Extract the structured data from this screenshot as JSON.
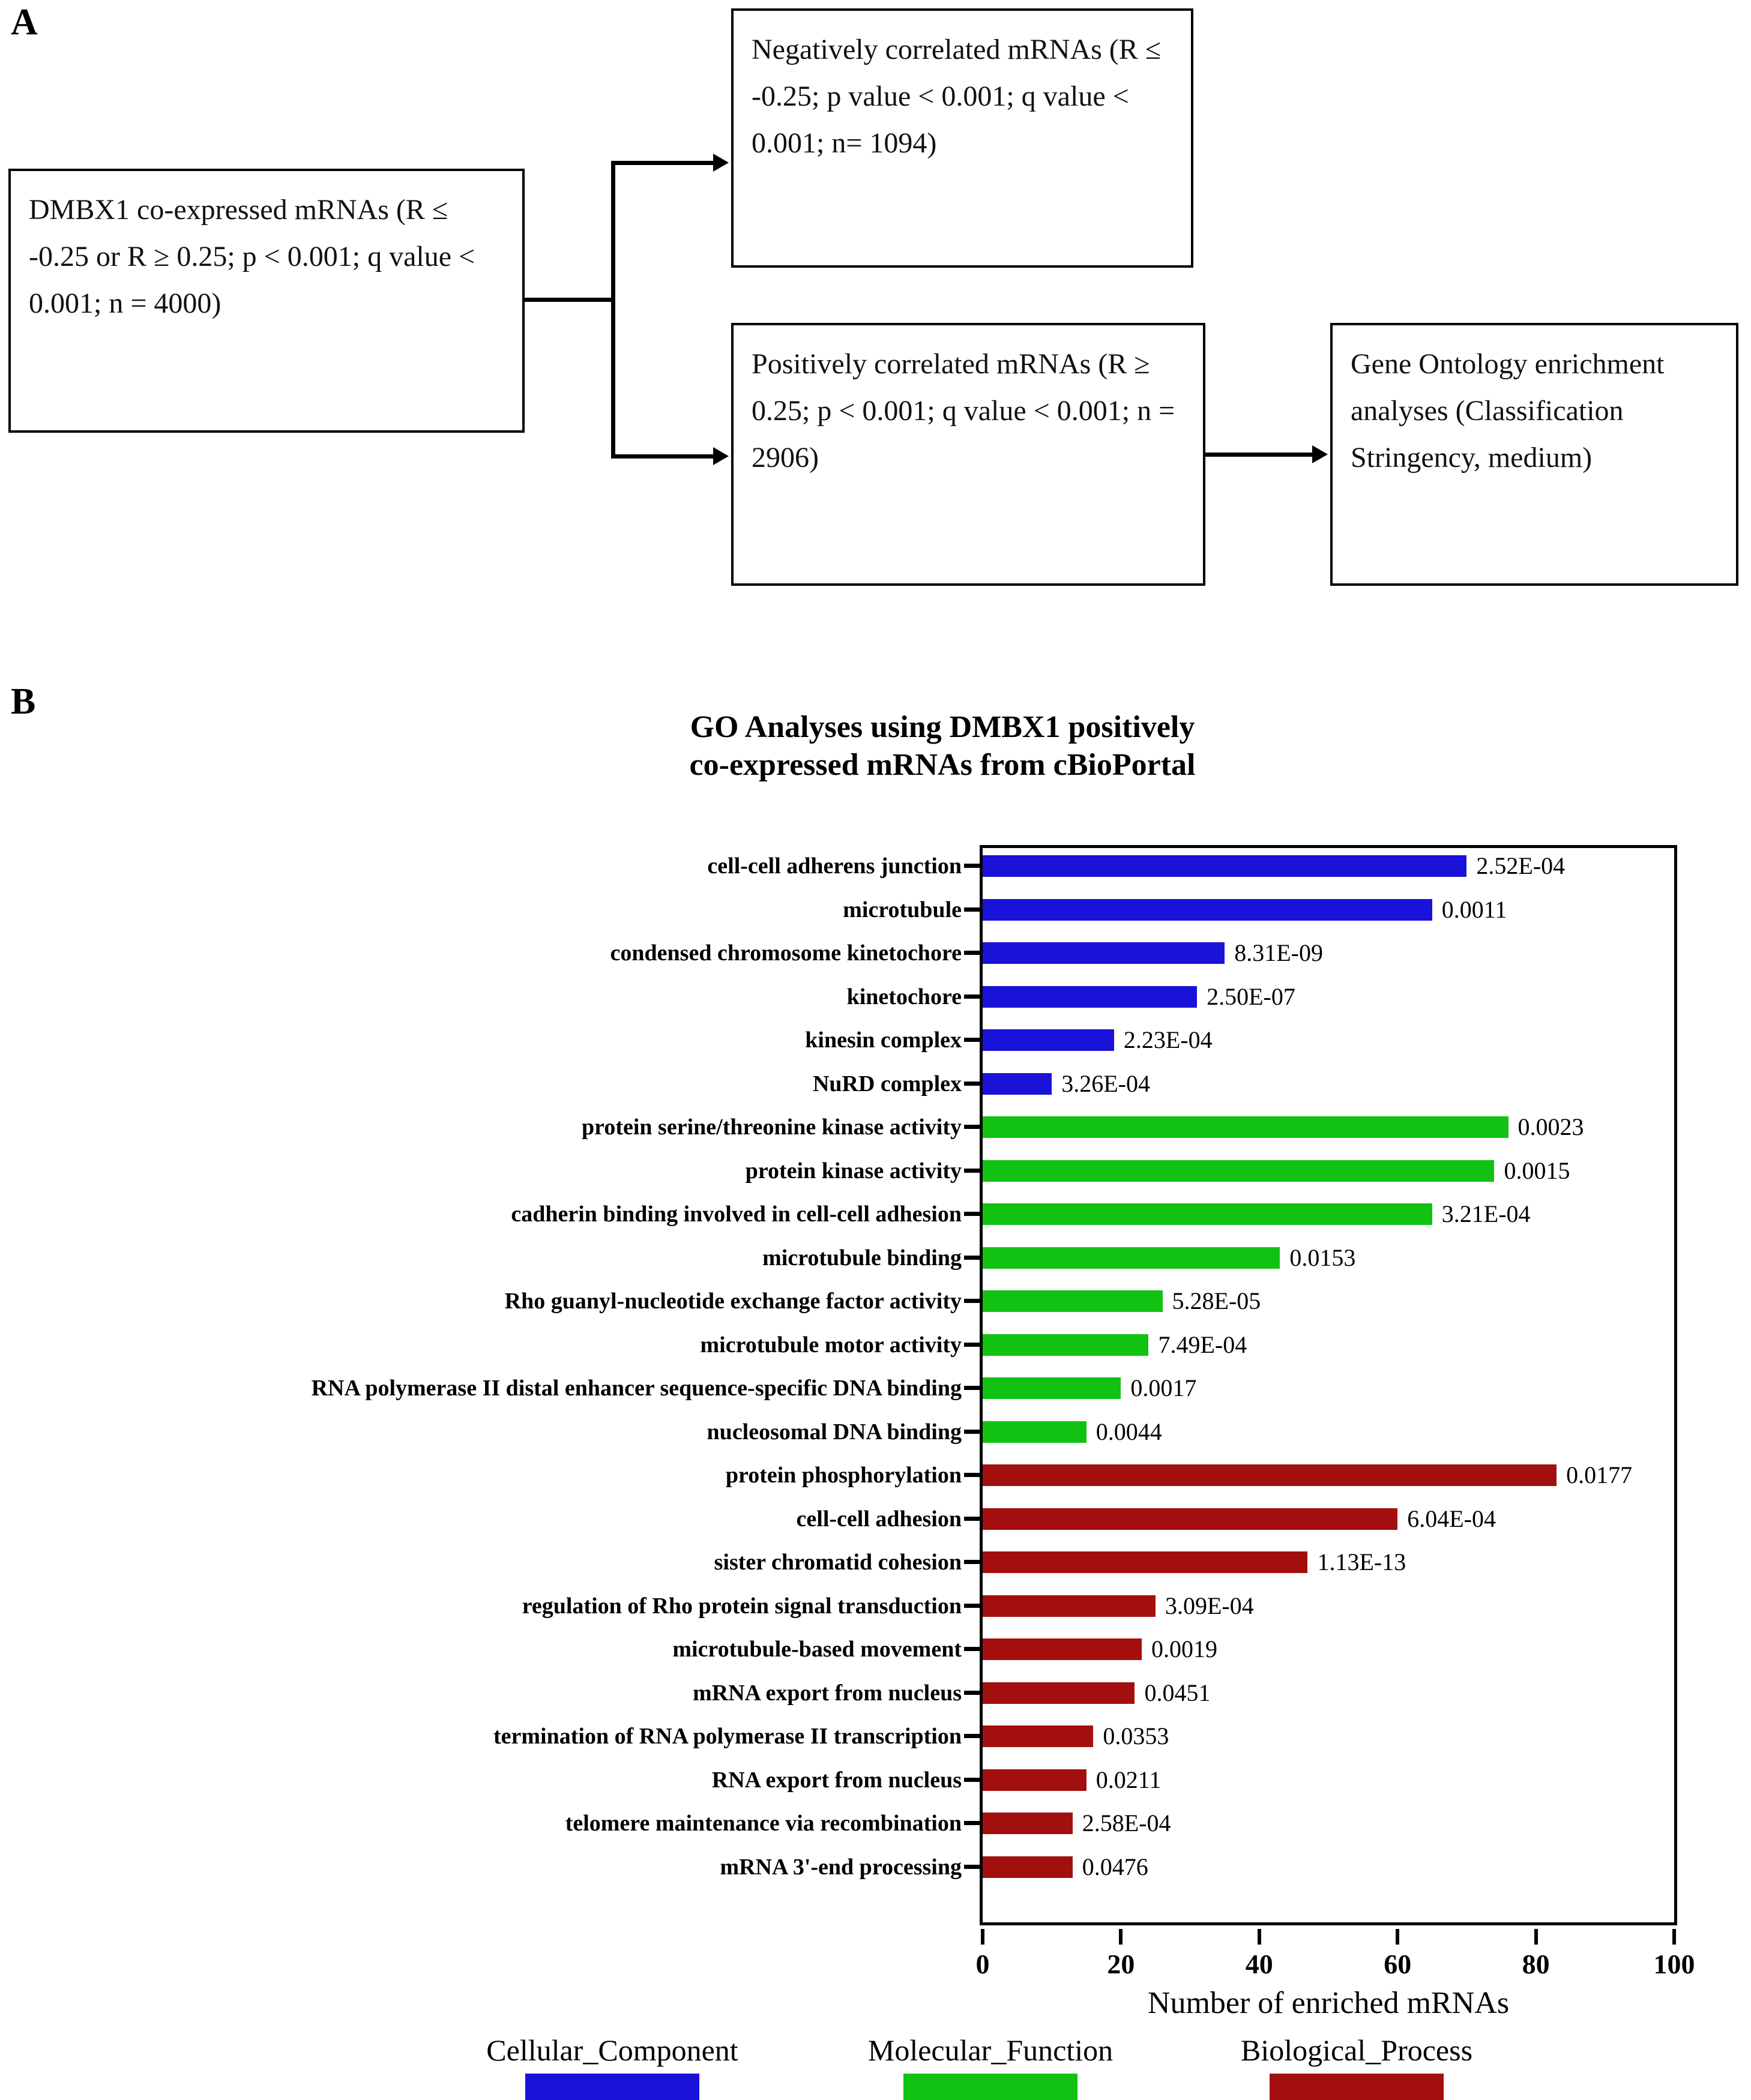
{
  "panels": {
    "a_letter": "A",
    "b_letter": "B"
  },
  "flowchart": {
    "source_box": "DMBX1 co-expressed mRNAs (R ≤ -0.25 or R ≥ 0.25; p < 0.001; q value < 0.001; n = 4000)",
    "negative_box": "Negatively correlated mRNAs (R ≤ -0.25;  p value < 0.001; q value < 0.001; n= 1094)",
    "positive_box": "Positively correlated mRNAs (R ≥ 0.25;  p < 0.001; q value < 0.001; n = 2906)",
    "go_box": "Gene Ontology enrichment analyses (Classification Stringency, medium)"
  },
  "chart_data": {
    "type": "bar",
    "orientation": "horizontal",
    "title": "GO Analyses using DMBX1 positively co-expressed mRNAs from cBioPortal",
    "title_line1": "GO Analyses using DMBX1 positively",
    "title_line2": "co-expressed mRNAs from cBioPortal",
    "xlabel": "Number of enriched mRNAs",
    "ylabel": "",
    "xlim": [
      0,
      100
    ],
    "xticks": [
      0,
      20,
      40,
      60,
      80,
      100
    ],
    "xticklabels": [
      "0",
      "20",
      "40",
      "60",
      "80",
      "100"
    ],
    "grid": false,
    "legend_position": "bottom",
    "colors": {
      "Cellular_Component": "#1a12d8",
      "Molecular_Function": "#12c212",
      "Biological_Process": "#a30f0f"
    },
    "legend": [
      {
        "name": "Cellular_Component",
        "color": "#1a12d8"
      },
      {
        "name": "Molecular_Function",
        "color": "#12c212"
      },
      {
        "name": "Biological_Process",
        "color": "#a30f0f"
      }
    ],
    "categories": [
      "cell-cell adherens junction",
      "microtubule",
      "condensed chromosome kinetochore",
      "kinetochore",
      "kinesin complex",
      "NuRD complex",
      "protein serine/threonine kinase activity",
      "protein kinase activity",
      "cadherin binding involved in cell-cell adhesion",
      "microtubule binding",
      "Rho guanyl-nucleotide exchange factor activity",
      "microtubule motor activity",
      "RNA polymerase II distal enhancer sequence-specific DNA binding",
      "nucleosomal DNA binding",
      "protein phosphorylation",
      "cell-cell adhesion",
      "sister chromatid cohesion",
      "regulation of Rho protein signal transduction",
      "microtubule-based movement",
      "mRNA export from nucleus",
      "termination of RNA polymerase II transcription",
      "RNA export from nucleus",
      "telomere maintenance via recombination",
      "mRNA 3'-end processing"
    ],
    "values": [
      70,
      65,
      35,
      31,
      19,
      10,
      76,
      74,
      65,
      43,
      26,
      24,
      20,
      15,
      83,
      60,
      47,
      25,
      23,
      22,
      16,
      15,
      13,
      13
    ],
    "point_labels": [
      "2.52E-04",
      "0.0011",
      "8.31E-09",
      "2.50E-07",
      "2.23E-04",
      "3.26E-04",
      "0.0023",
      "0.0015",
      "3.21E-04",
      "0.0153",
      "5.28E-05",
      "7.49E-04",
      "0.0017",
      "0.0044",
      "0.0177",
      "6.04E-04",
      "1.13E-13",
      "3.09E-04",
      "0.0019",
      "0.0451",
      "0.0353",
      "0.0211",
      "2.58E-04",
      "0.0476"
    ],
    "groups": [
      "Cellular_Component",
      "Cellular_Component",
      "Cellular_Component",
      "Cellular_Component",
      "Cellular_Component",
      "Cellular_Component",
      "Molecular_Function",
      "Molecular_Function",
      "Molecular_Function",
      "Molecular_Function",
      "Molecular_Function",
      "Molecular_Function",
      "Molecular_Function",
      "Molecular_Function",
      "Biological_Process",
      "Biological_Process",
      "Biological_Process",
      "Biological_Process",
      "Biological_Process",
      "Biological_Process",
      "Biological_Process",
      "Biological_Process",
      "Biological_Process",
      "Biological_Process"
    ]
  }
}
